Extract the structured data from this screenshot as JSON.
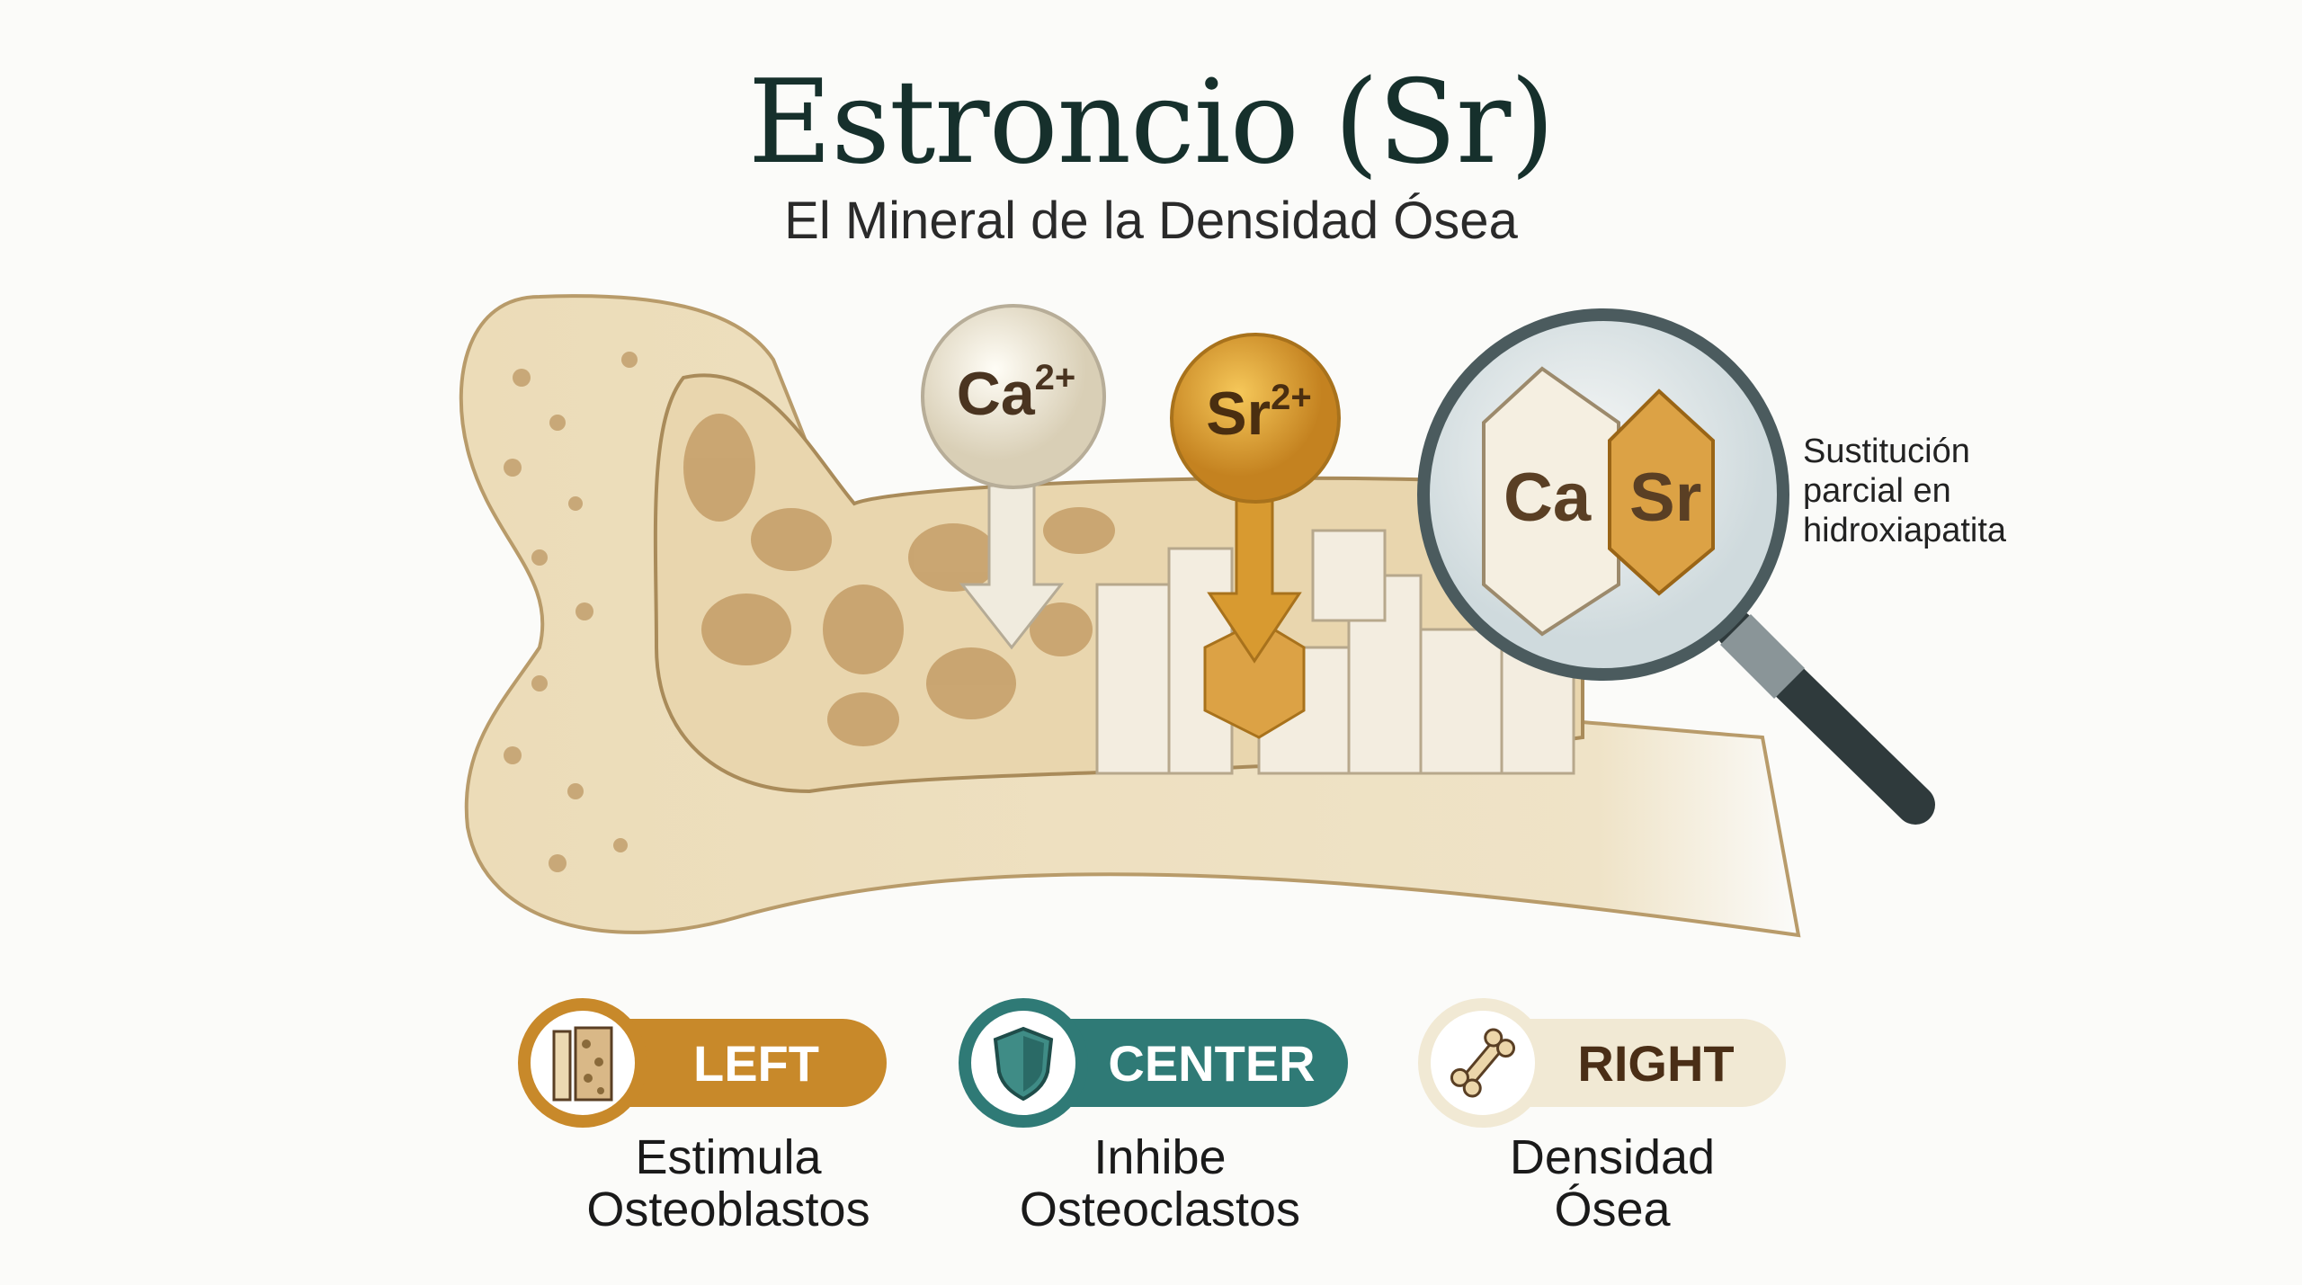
{
  "header": {
    "title": "Estroncio (Sr)",
    "subtitle": "El Mineral de la Densidad Ósea"
  },
  "illustration": {
    "ion_ca": {
      "symbol": "Ca",
      "charge": "2+"
    },
    "ion_sr": {
      "symbol": "Sr",
      "charge": "2+"
    },
    "magnifier": {
      "left_crystal": "Ca",
      "right_crystal": "Sr"
    },
    "note": [
      "Sustitución",
      "parcial en",
      "hidroxiapatita"
    ]
  },
  "badges": [
    {
      "label": "LEFT",
      "icon": "bone-tissue-icon",
      "caption": [
        "Estimula",
        "Osteoblastos"
      ],
      "color": "#c8892a"
    },
    {
      "label": "CENTER",
      "icon": "shield-icon",
      "caption": [
        "Inhibe",
        "Osteoclastos"
      ],
      "color": "#2f7a76"
    },
    {
      "label": "RIGHT",
      "icon": "bone-icon",
      "caption": [
        "Densidad",
        "Ósea"
      ],
      "color": "#f1e9d4"
    }
  ]
}
